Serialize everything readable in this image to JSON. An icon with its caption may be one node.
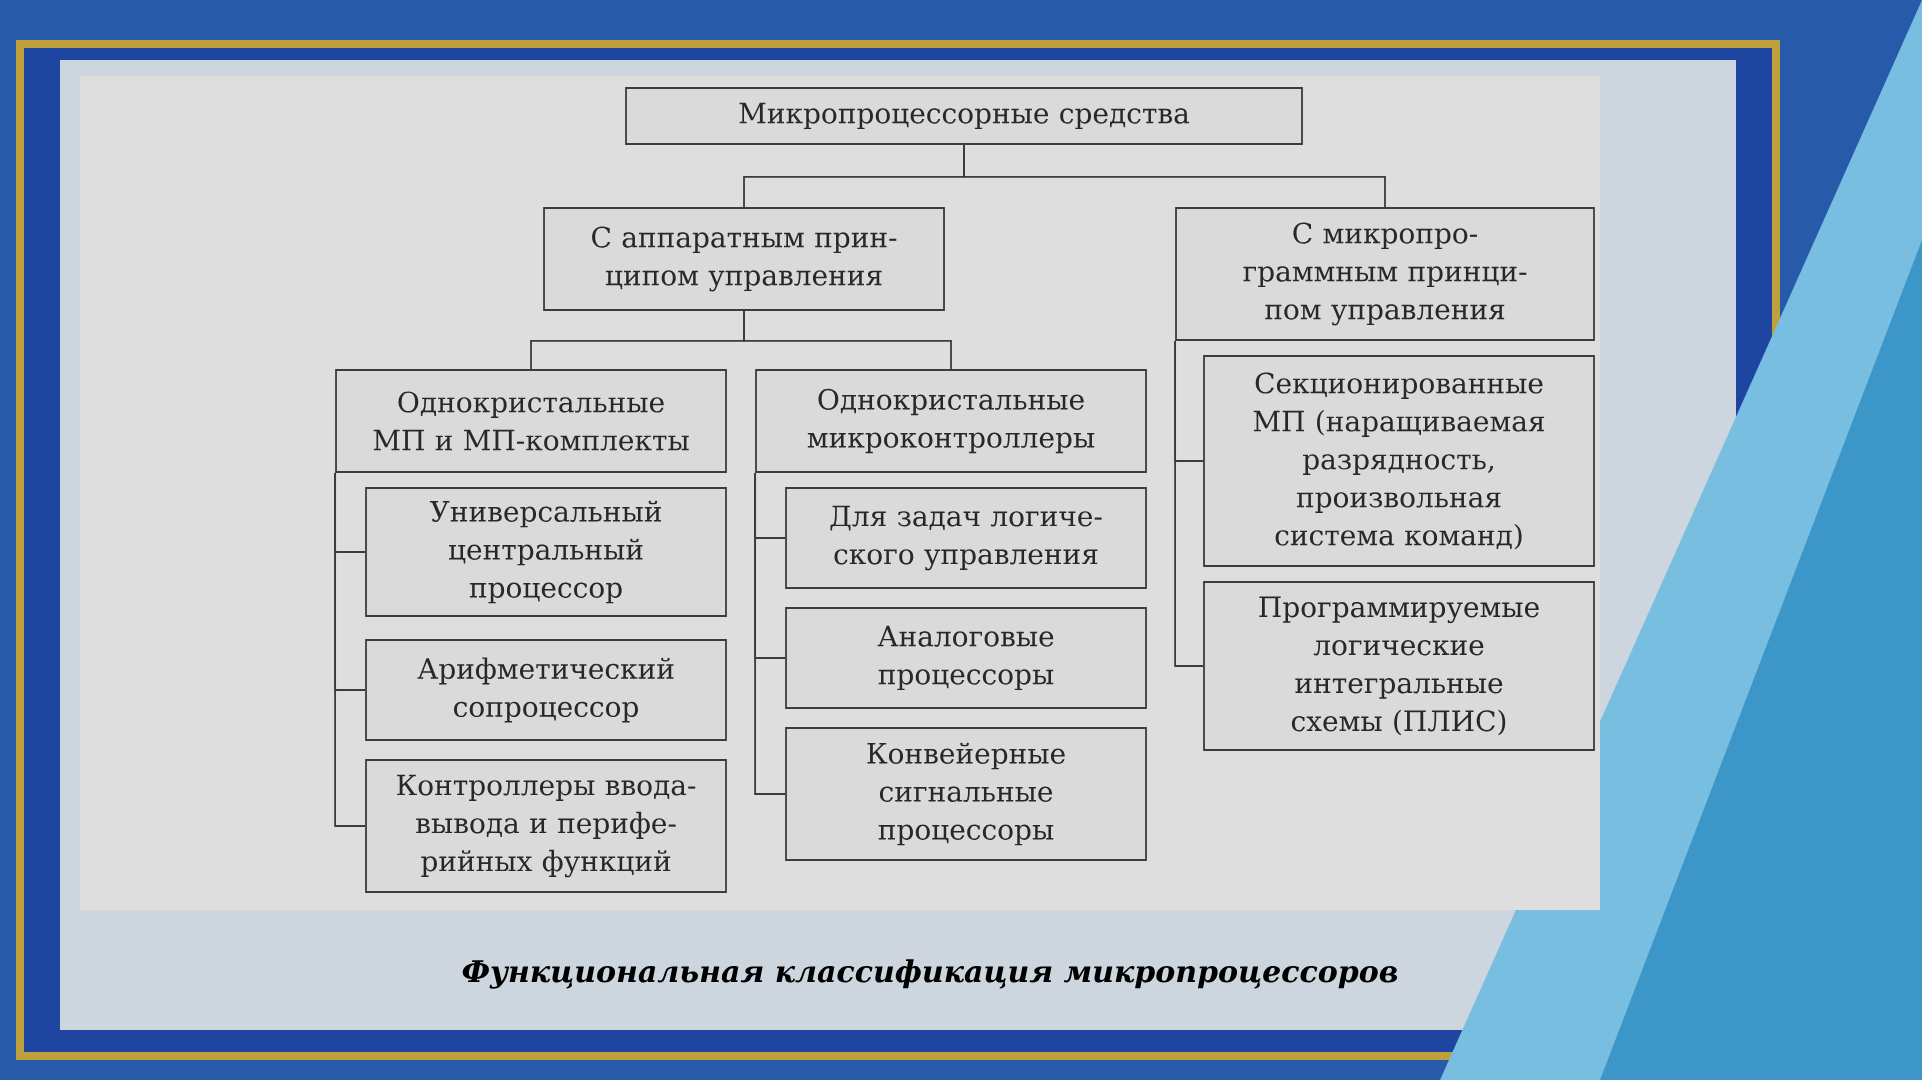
{
  "diagram": {
    "caption": "Функциональная классификация микропроцессоров",
    "nodes": [
      {
        "text": [
          "Микропроцессорные средства"
        ]
      },
      {
        "text": [
          "С аппаратным прин- ципом управления"
        ]
      },
      {
        "text": [
          "С микропро- граммным принци- пом управления"
        ]
      },
      {
        "text": [
          "Однокристальные МП и МП-комплекты"
        ]
      },
      {
        "text": [
          "Однокристальные микроконтроллеры"
        ]
      },
      {
        "text": [
          "Универсальный центральный процессор"
        ]
      },
      {
        "text": [
          "Арифметический сопроцессор"
        ]
      },
      {
        "text": [
          "Контроллеры ввода- вывода и перифе- рийных функций"
        ]
      },
      {
        "text": [
          "Для задач логиче- ского управления"
        ]
      },
      {
        "text": [
          "Аналоговые процессоры"
        ]
      },
      {
        "text": [
          "Конвейерные сигнальные процессоры"
        ]
      },
      {
        "text": [
          "Секционированные МП (наращиваемая разрядность, произвольная система команд)"
        ]
      },
      {
        "text": [
          "Программируемые логические интегральные схемы (ПЛИС)"
        ]
      }
    ],
    "edges": [
      {
        "from": 0,
        "to": 1,
        "arrow": "none"
      },
      {
        "from": 0,
        "to": 2,
        "arrow": "none"
      },
      {
        "from": 1,
        "to": 3,
        "arrow": "none"
      },
      {
        "from": 1,
        "to": 4,
        "arrow": "none"
      },
      {
        "from": 3,
        "to": 5,
        "arrow": "none"
      },
      {
        "from": 3,
        "to": 6,
        "arrow": "none"
      },
      {
        "from": 3,
        "to": 7,
        "arrow": "none"
      },
      {
        "from": 4,
        "to": 8,
        "arrow": "none"
      },
      {
        "from": 4,
        "to": 9,
        "arrow": "none"
      },
      {
        "from": 4,
        "to": 10,
        "arrow": "none"
      },
      {
        "from": 2,
        "to": 11,
        "arrow": "none"
      },
      {
        "from": 2,
        "to": 12,
        "arrow": "none"
      }
    ]
  }
}
